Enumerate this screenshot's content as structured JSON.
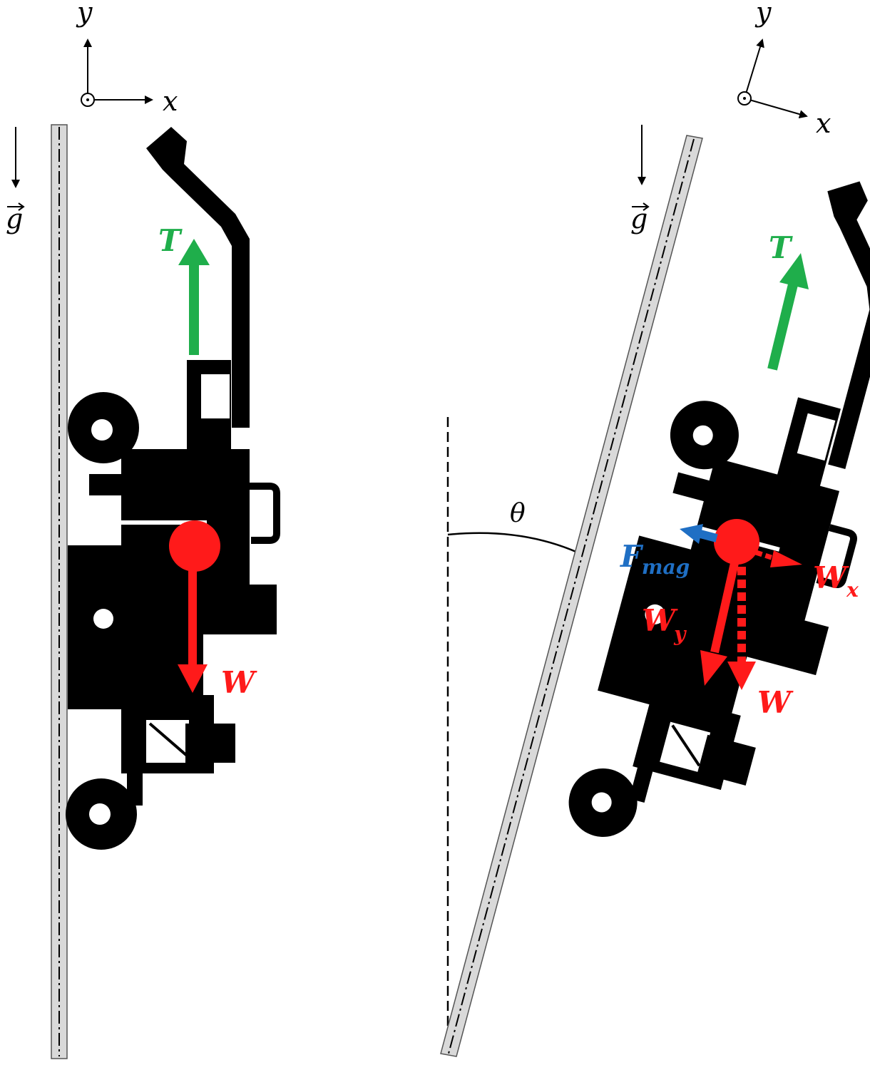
{
  "colors": {
    "tension": "#1fae4b",
    "weight": "#ff1a1a",
    "magnetic": "#1f6fc4",
    "robot": "#000000",
    "wall": "#d9d9d9"
  },
  "left_panel": {
    "axis_x": "x",
    "axis_y": "y",
    "gravity": "g",
    "force_tension": "T",
    "force_weight": "W"
  },
  "right_panel": {
    "axis_x": "x",
    "axis_y": "y",
    "gravity": "g",
    "force_tension": "T",
    "force_weight": "W",
    "force_mag_main": "F",
    "force_mag_sub": "mag",
    "force_wx_main": "W",
    "force_wx_sub": "x",
    "force_wy_main": "W",
    "force_wy_sub": "y",
    "angle": "θ"
  }
}
